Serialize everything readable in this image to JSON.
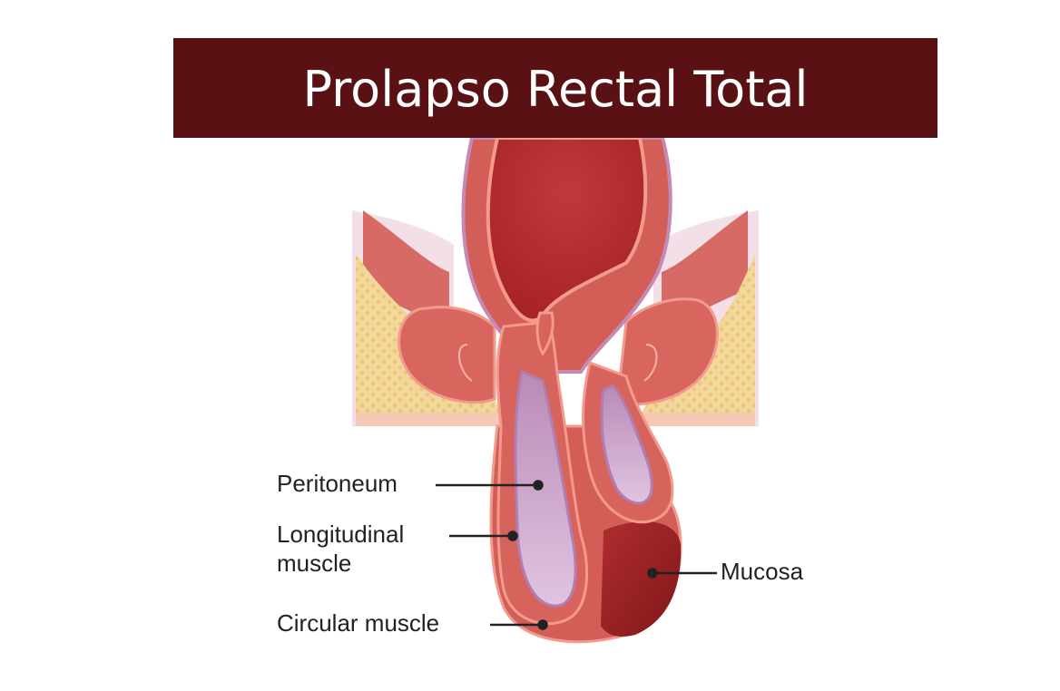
{
  "title": "Prolapso Rectal Total",
  "labels": {
    "peritoneum": "Peritoneum",
    "longitudinal_line1": "Longitudinal",
    "longitudinal_line2": "muscle",
    "circular": "Circular muscle",
    "mucosa": "Mucosa"
  },
  "colors": {
    "banner": "#5a1113",
    "tissue": "#d6665f",
    "lumen": "#b42f33",
    "peritoneum": "#c9a2c8",
    "fat": "#f2d48e",
    "mucosa": "#9c2426"
  }
}
